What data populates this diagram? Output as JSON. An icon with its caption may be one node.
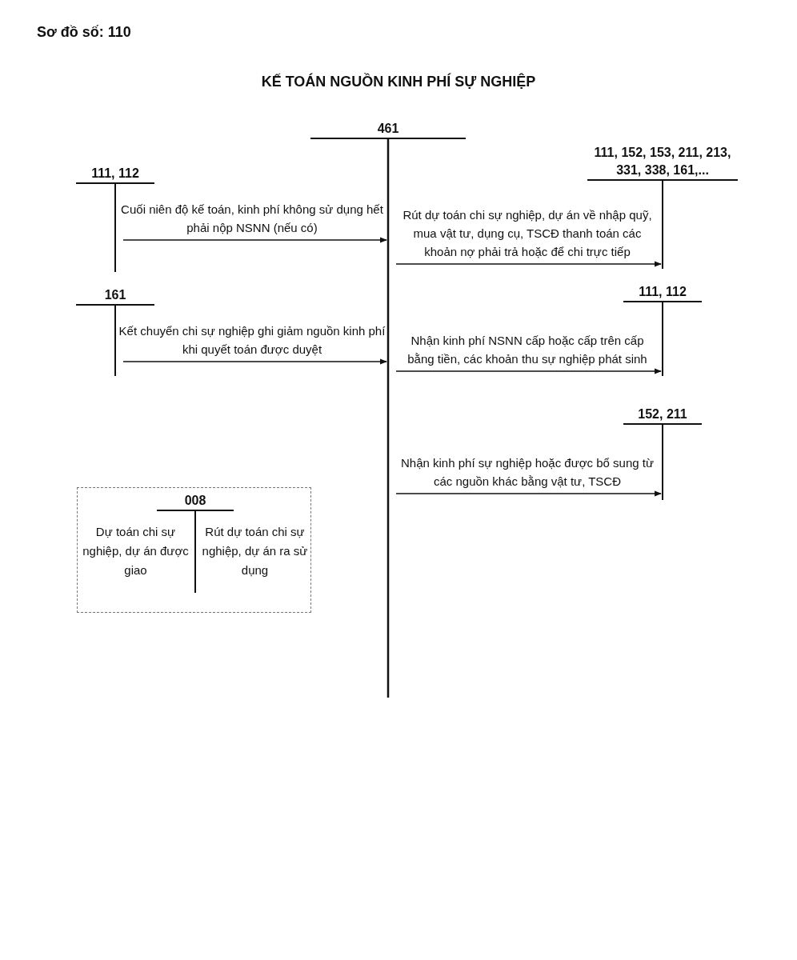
{
  "diagram": {
    "title": "KẾ TOÁN NGUỒN KINH PHÍ SỰ NGHIỆP",
    "nodes": [
      {
        "text": [
          "461"
        ]
      },
      {
        "text": [
          "111, 112"
        ]
      },
      {
        "text": [
          "161"
        ]
      },
      {
        "text": [
          "111, 152, 153, 211, 213, 331, 338, 161,..."
        ]
      },
      {
        "text": [
          "111, 112"
        ]
      },
      {
        "text": [
          "152, 211"
        ]
      },
      {
        "text": [],
        "shape": "box"
      },
      {
        "text": [
          "008",
          "Dự toán chi sự nghiệp, dự án được giao",
          "Rút dự toán chi sự nghiệp, dự án ra sử dụng"
        ],
        "in": 6
      }
    ],
    "edges": [
      {
        "from": 1,
        "to": 0,
        "arrow": "to",
        "label": "Cuối niên độ kế toán, kinh phí không sử dụng hết phải nộp NSNN (nếu có)"
      },
      {
        "from": 2,
        "to": 0,
        "arrow": "to",
        "label": "Kết chuyển chi sự nghiệp ghi giảm nguồn kinh phí khi quyết toán được duyệt"
      },
      {
        "from": 0,
        "to": 3,
        "arrow": "to",
        "label": "Rút dự toán chi sự nghiệp, dự án về nhập quỹ, mua vật tư, dụng cụ, TSCĐ thanh toán các khoản nợ phải trả hoặc để chi trực tiếp"
      },
      {
        "from": 0,
        "to": 4,
        "arrow": "to",
        "label": "Nhận kinh phí NSNN cấp hoặc cấp trên cấp bằng tiền, các khoản thu sự nghiệp phát sinh"
      },
      {
        "from": 0,
        "to": 5,
        "arrow": "to",
        "label": "Nhận kinh phí sự nghiệp hoặc được bổ sung từ các nguồn khác bằng vật tư, TSCĐ"
      }
    ],
    "labels": [
      "Sơ đồ số: 110"
    ]
  }
}
